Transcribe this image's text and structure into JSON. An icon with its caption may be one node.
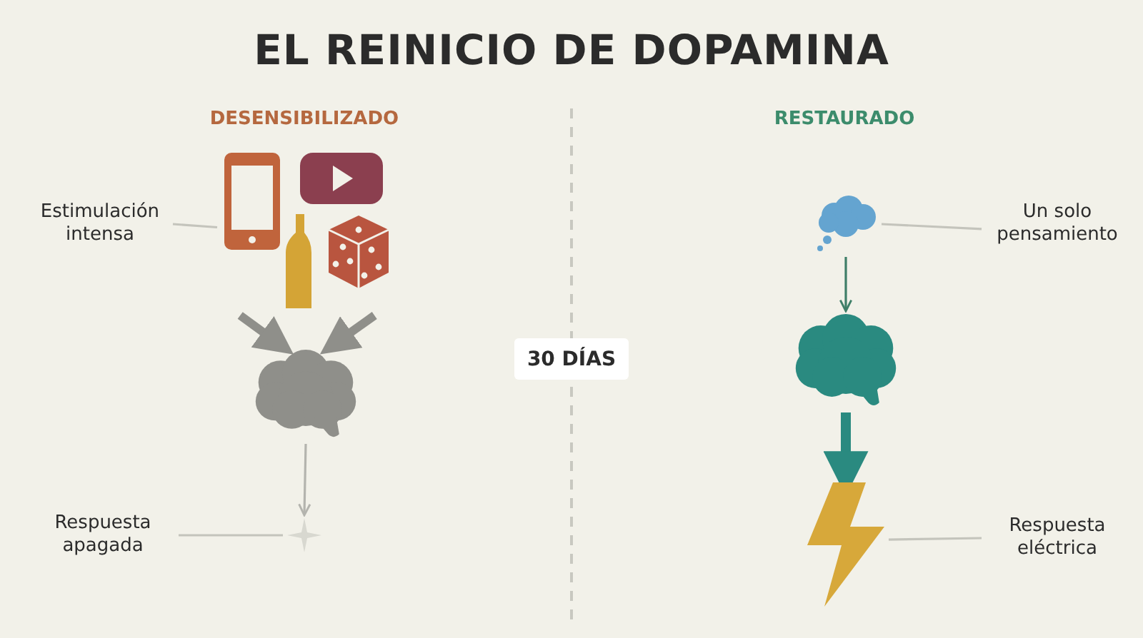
{
  "diagram": {
    "title": "EL REINICIO DE DOPAMINA",
    "nodes": [
      {
        "text": [
          "Estimulación intensa"
        ]
      },
      {
        "text": [],
        "shape": "picture"
      },
      {
        "text": [],
        "shape": "picture"
      },
      {
        "text": [],
        "shape": "picture"
      },
      {
        "text": [
          "Respuesta apagada"
        ]
      },
      {
        "text": [],
        "shape": "cloud"
      },
      {
        "text": [
          "Un solo pensamiento"
        ]
      },
      {
        "text": [],
        "shape": "picture"
      },
      {
        "text": [],
        "shape": "picture"
      },
      {
        "text": [
          "Respuesta eléctrica"
        ]
      },
      {
        "text": [
          "30 DÍAS"
        ]
      }
    ],
    "edges": [
      {
        "from": 0,
        "to": 1,
        "arrow": "none",
        "color": "#c4c4bc"
      },
      {
        "from": 1,
        "to": 2,
        "arrow": "to",
        "style": "thick",
        "color": "#8f8f8a"
      },
      {
        "from": 1,
        "to": 2,
        "arrow": "to",
        "style": "thick",
        "color": "#8f8f8a"
      },
      {
        "from": 2,
        "to": 3,
        "arrow": "to",
        "color": "#b4b4ae"
      },
      {
        "from": 4,
        "to": 3,
        "arrow": "none",
        "color": "#c4c4bc"
      },
      {
        "from": 6,
        "to": 5,
        "arrow": "none",
        "color": "#c4c4bc"
      },
      {
        "from": 5,
        "to": 7,
        "arrow": "to",
        "color": "#3f7f68"
      },
      {
        "from": 7,
        "to": 8,
        "arrow": "to",
        "style": "thick",
        "color": "#2a8a80"
      },
      {
        "from": 9,
        "to": 8,
        "arrow": "none",
        "color": "#c4c4bc"
      }
    ],
    "labels": [
      "DESENSIBILIZADO",
      "RESTAURADO"
    ]
  }
}
